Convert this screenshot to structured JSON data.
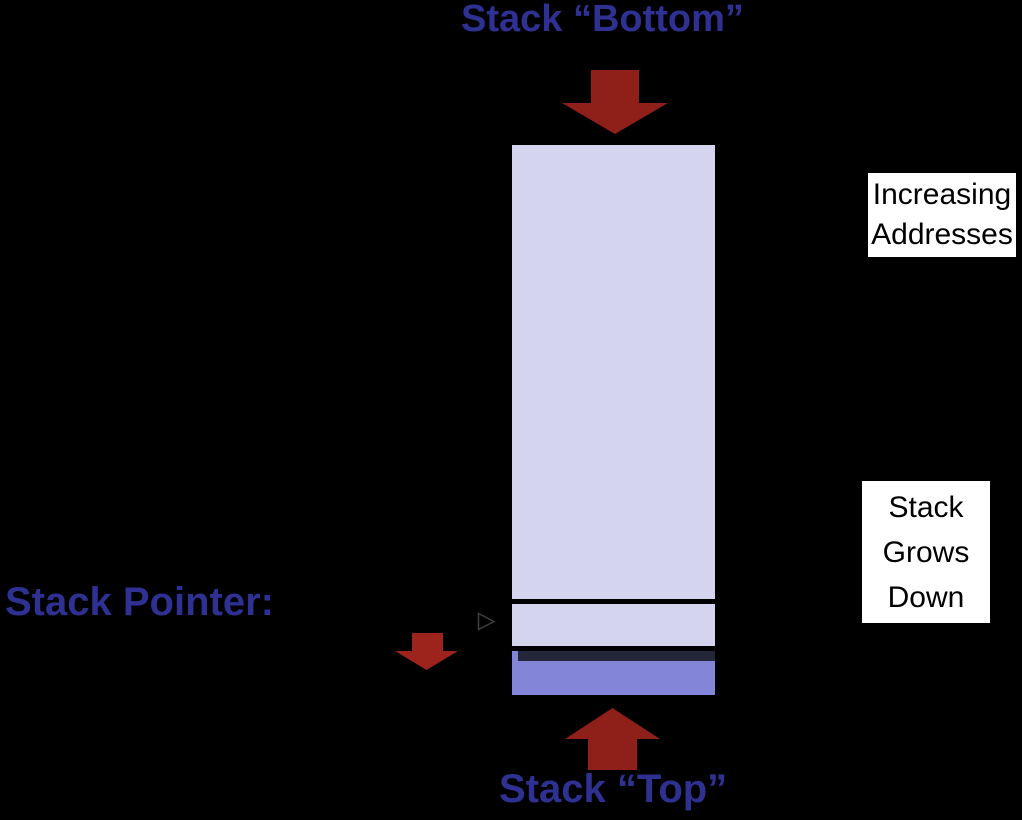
{
  "slide": {
    "topic": "stack-memory-diagram"
  },
  "labels": {
    "stack_bottom": "Stack “Bottom”",
    "stack_top": "Stack “Top”",
    "stack_pointer": "Stack Pointer:"
  },
  "notes": {
    "increasing_addresses": {
      "line1": "Increasing",
      "line2": "Addresses"
    },
    "stack_grows_down": {
      "line1": "Stack",
      "line2": "Grows",
      "line3": "Down"
    }
  },
  "icons": {
    "top_arrow": "down-arrow",
    "bottom_arrow": "up-arrow",
    "pointer_arrow": "small-down-arrow",
    "pointer_tip": "open-right-triangle"
  },
  "colors": {
    "canvas_bg": "#000000",
    "label_blue": "#2e3192",
    "arrow_red": "#8e1f19",
    "small_arrow_red": "#9d231d",
    "stack_fill": "#d4d4ef",
    "stack_top_fill": "#8385d8",
    "stack_top_strip": "#232639",
    "note_bg": "#ffffff",
    "note_text": "#000000",
    "pointer_triangle": "#3f3f3f"
  }
}
